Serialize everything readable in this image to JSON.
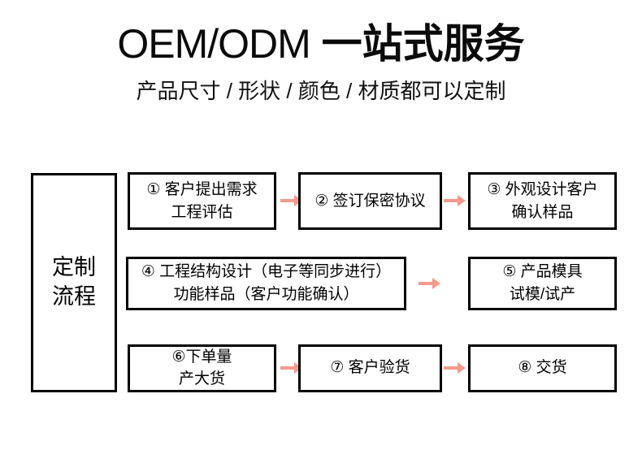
{
  "header": {
    "title_latin": "OEM/ODM",
    "title_cjk": "一站式服务",
    "subtitle": "产品尺寸 / 形状 / 颜色 / 材质都可以定制"
  },
  "colors": {
    "arrow": "#F4998C",
    "border": "#000000",
    "text": "#000000",
    "background": "#FFFFFF"
  },
  "flow": {
    "stage_label": {
      "line1": "定制",
      "line2": "流程"
    },
    "steps": [
      {
        "id": 1,
        "line1": "① 客户提出需求",
        "line2": "工程评估"
      },
      {
        "id": 2,
        "line1": "② 签订保密协议",
        "line2": ""
      },
      {
        "id": 3,
        "line1": "③ 外观设计客户",
        "line2": "确认样品"
      },
      {
        "id": 4,
        "line1": "④ 工程结构设计（电子等同步进行）",
        "line2": "功能样品（客户功能确认）"
      },
      {
        "id": 5,
        "line1": "⑤ 产品模具",
        "line2": "试模/试产"
      },
      {
        "id": 6,
        "line1": "⑥下单量",
        "line2": "产大货"
      },
      {
        "id": 7,
        "line1": "⑦ 客户验货",
        "line2": ""
      },
      {
        "id": 8,
        "line1": "⑧ 交货",
        "line2": ""
      }
    ],
    "arrows": [
      {
        "from": 1,
        "to": 2,
        "direction": "right"
      },
      {
        "from": 2,
        "to": 3,
        "direction": "right"
      },
      {
        "from": 4,
        "to": 5,
        "direction": "right"
      },
      {
        "from": 6,
        "to": 7,
        "direction": "right"
      },
      {
        "from": 7,
        "to": 8,
        "direction": "right"
      }
    ]
  }
}
